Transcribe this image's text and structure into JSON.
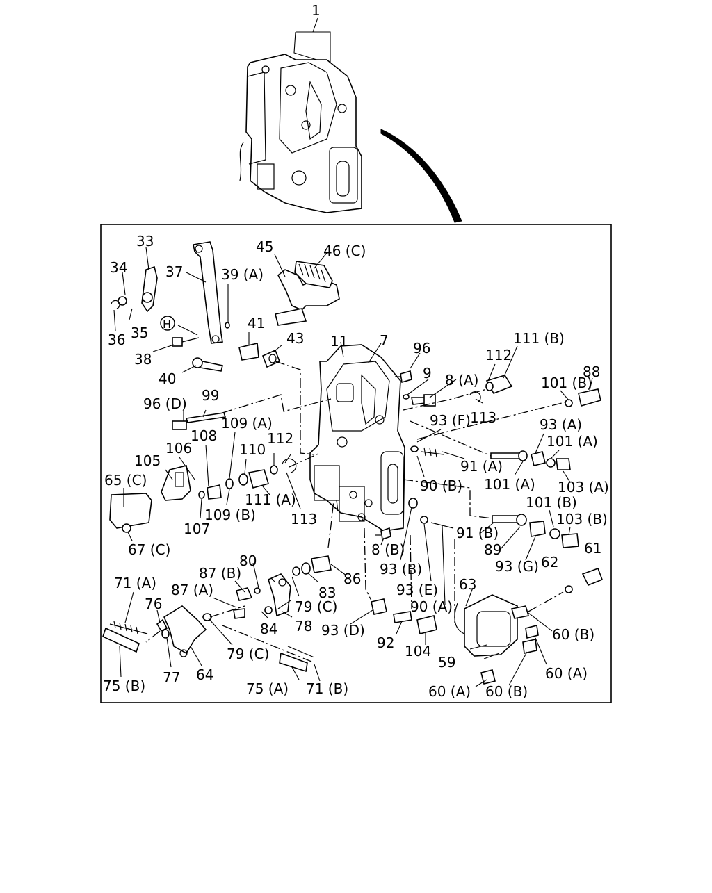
{
  "diagram": {
    "assembly_label": "1",
    "callouts": [
      "33",
      "34",
      "35",
      "36",
      "37",
      "38",
      "39 (A)",
      "40",
      "41",
      "43",
      "45",
      "46 (C)",
      "11",
      "7",
      "96",
      "9",
      "8 (A)",
      "112",
      "111 (B)",
      "101 (B)",
      "88",
      "96 (D)",
      "99",
      "106",
      "108",
      "109 (A)",
      "110",
      "112",
      "105",
      "65 (C)",
      "107",
      "109 (B)",
      "111 (A)",
      "113",
      "113",
      "93 (F)",
      "93 (A)",
      "101 (A)",
      "91 (A)",
      "90 (B)",
      "101 (A)",
      "103 (A)",
      "101 (B)",
      "103 (B)",
      "91 (B)",
      "89",
      "93 (G)",
      "67 (C)",
      "8 (B)",
      "86",
      "93 (B)",
      "83",
      "87 (B)",
      "80",
      "71 (A)",
      "87 (A)",
      "76",
      "79 (C)",
      "93 (E)",
      "90 (A)",
      "63",
      "62",
      "61",
      "84",
      "78",
      "93 (D)",
      "92",
      "104",
      "60 (B)",
      "79 (C)",
      "77",
      "64",
      "59",
      "60 (A)",
      "75 (B)",
      "75 (A)",
      "71 (B)",
      "60 (A)",
      "60 (B)"
    ]
  }
}
